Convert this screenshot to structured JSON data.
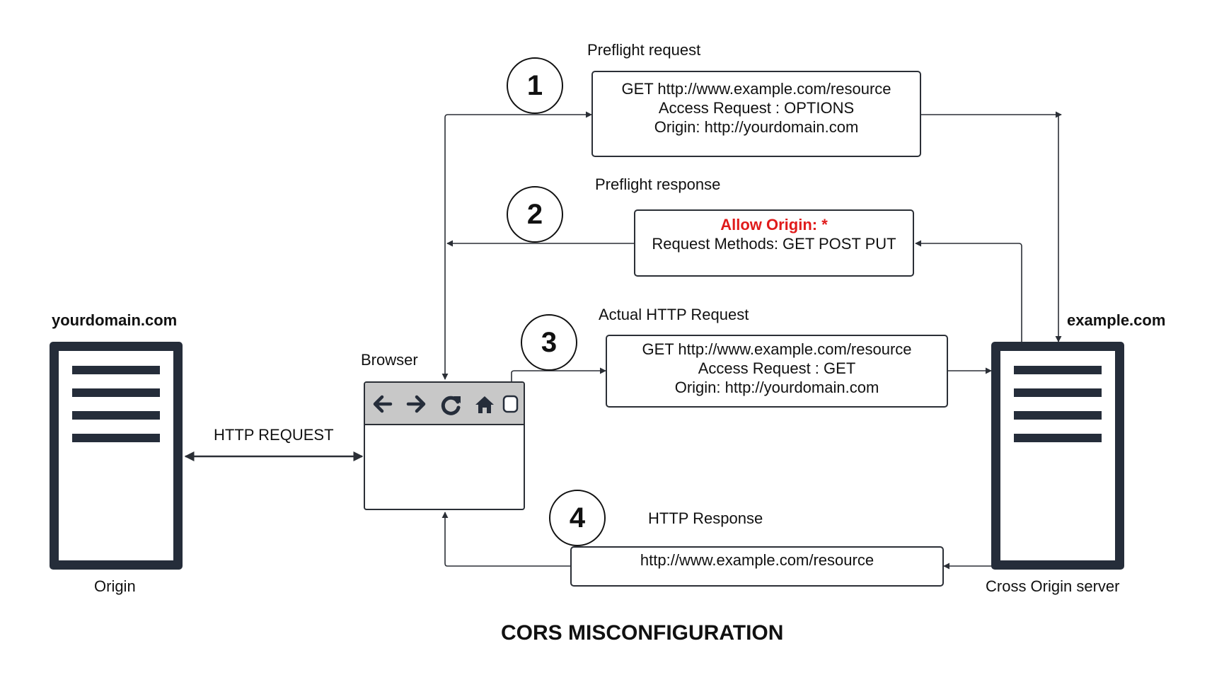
{
  "title": "CORS MISCONFIGURATION",
  "origin_server": {
    "domain": "yourdomain.com",
    "caption": "Origin"
  },
  "cross_server": {
    "domain": "example.com",
    "caption": "Cross Origin server"
  },
  "browser": {
    "label": "Browser"
  },
  "http_request_label": "HTTP REQUEST",
  "steps": [
    {
      "number": "1",
      "label": "Preflight request",
      "lines": [
        "GET http://www.example.com/resource",
        "Access Request : OPTIONS",
        "Origin: http://yourdomain.com"
      ]
    },
    {
      "number": "2",
      "label": "Preflight response",
      "highlight": "Allow Origin: *",
      "lines": [
        "Request Methods: GET POST PUT"
      ]
    },
    {
      "number": "3",
      "label": "Actual HTTP Request",
      "lines": [
        "GET http://www.example.com/resource",
        "Access Request : GET",
        "Origin: http://yourdomain.com"
      ]
    },
    {
      "number": "4",
      "label": "HTTP Response",
      "lines": [
        "http://www.example.com/resource"
      ]
    }
  ],
  "colors": {
    "server": "#252d3a",
    "line": "#2b2f36",
    "highlight": "#e01b1b",
    "toolbar": "#c8c8c8"
  },
  "icons": [
    "back-arrow-icon",
    "forward-arrow-icon",
    "reload-icon",
    "home-icon",
    "square-icon"
  ]
}
